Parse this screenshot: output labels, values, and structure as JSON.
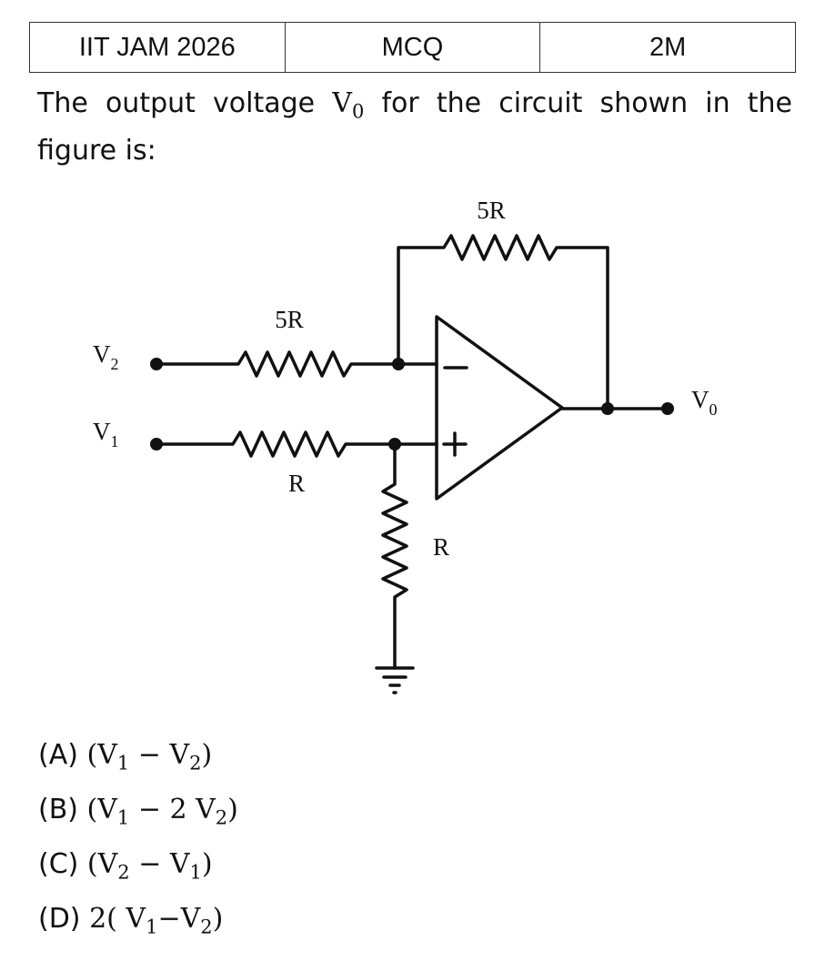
{
  "header": {
    "exam": "IIT JAM 2026",
    "type": "MCQ",
    "marks": "2M"
  },
  "question": {
    "text_before": "The output voltage ",
    "var_letter": "V",
    "var_sub": "0",
    "text_after": " for the circuit shown in the figure is:"
  },
  "circuit": {
    "label_feedback": "5R",
    "label_input2_res": "5R",
    "label_input1_res": "R",
    "label_ground_res": "R",
    "label_v2": "V",
    "label_v2_sub": "2",
    "label_v1": "V",
    "label_v1_sub": "1",
    "label_v0": "V",
    "label_v0_sub": "0",
    "minus_sign": "−",
    "plus_sign": "+"
  },
  "options": [
    {
      "letter": "(A)",
      "math": "(V",
      "s1": "1",
      "mid": " − V",
      "s2": "2",
      "end": ")"
    },
    {
      "letter": "(B)",
      "math": "(V",
      "s1": "1",
      "mid": " − 2 V",
      "s2": "2",
      "end": ")"
    },
    {
      "letter": "(C)",
      "math": "(V",
      "s1": "2",
      "mid": " − V",
      "s2": "1",
      "end": ")"
    },
    {
      "letter": "(D)",
      "math": "2( V",
      "s1": "1",
      "mid": "−V",
      "s2": "2",
      "end": ")"
    }
  ]
}
